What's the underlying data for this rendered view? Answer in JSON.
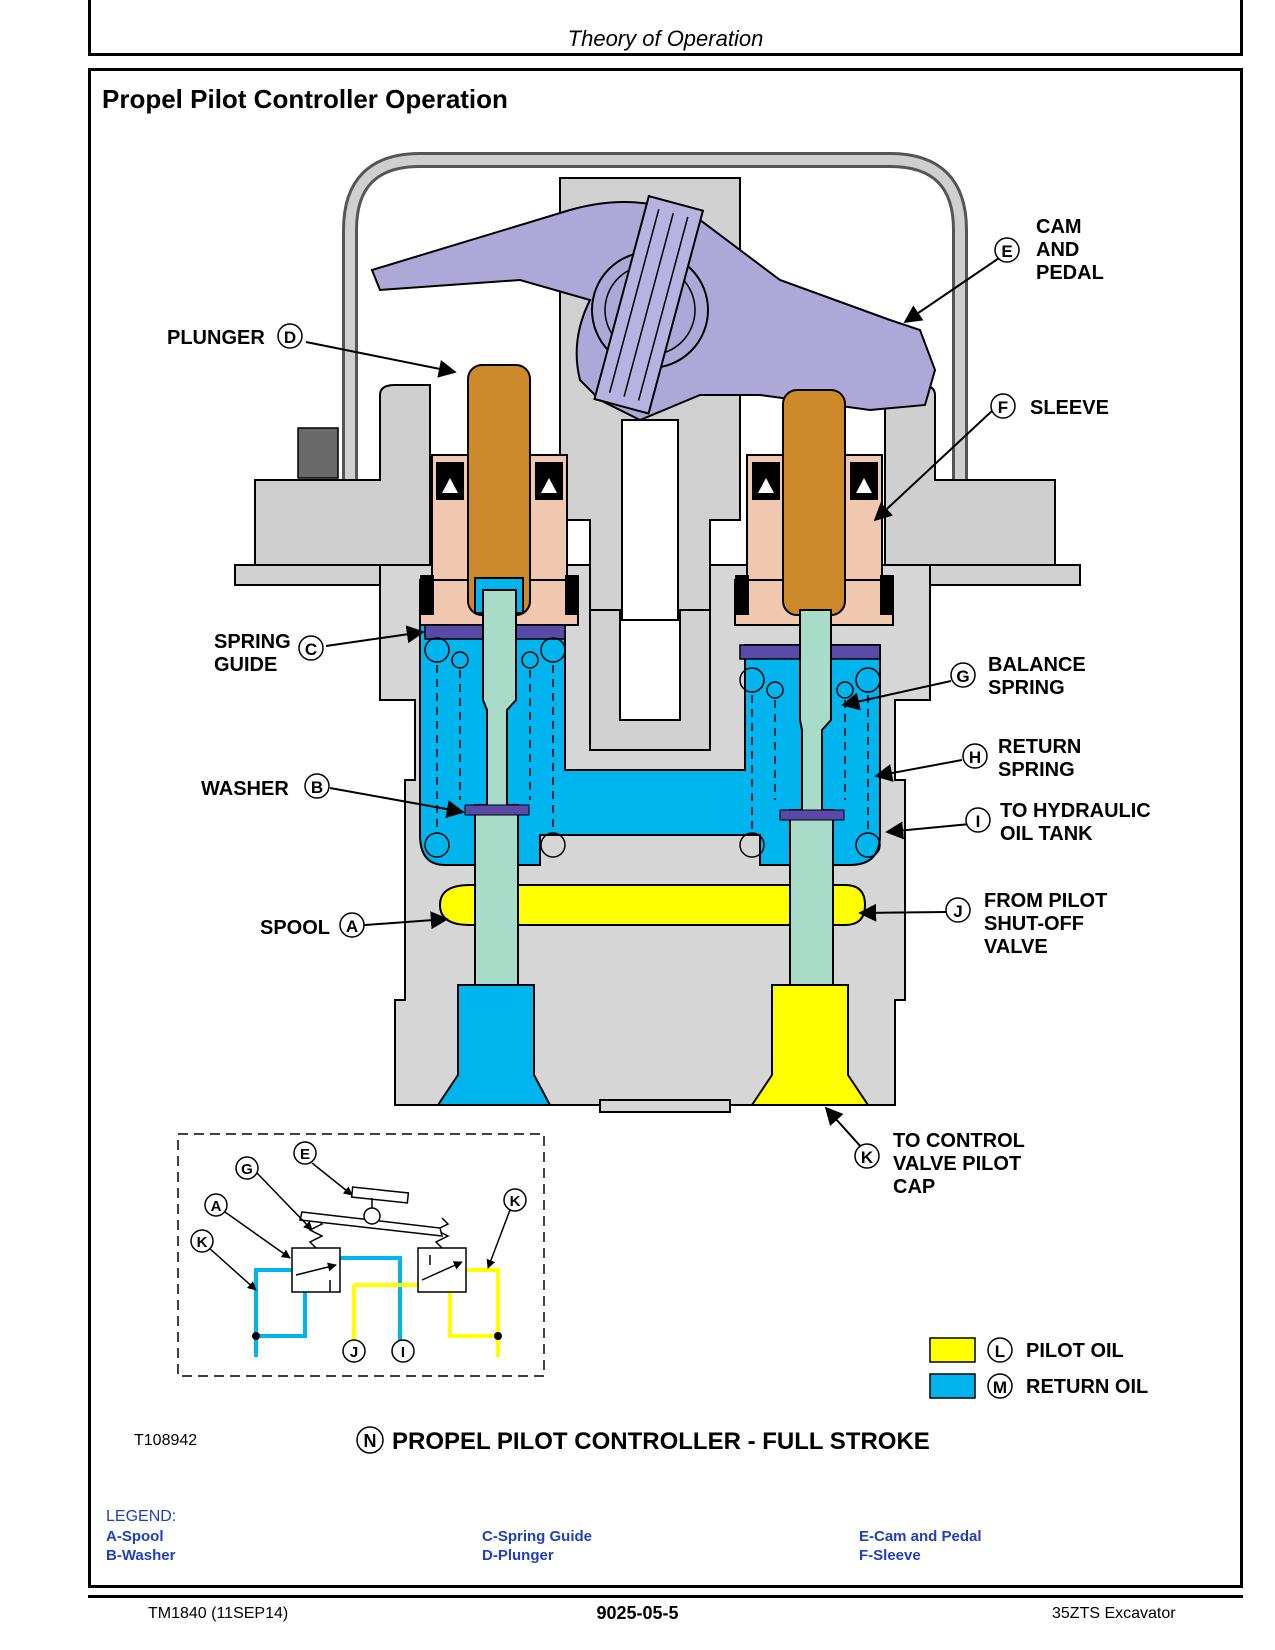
{
  "header": {
    "title": "Theory of Operation"
  },
  "section_title": "Propel Pilot Controller Operation",
  "callouts": {
    "A": {
      "letter": "A",
      "label": "SPOOL"
    },
    "B": {
      "letter": "B",
      "label": "WASHER"
    },
    "C": {
      "letter": "C",
      "line1": "SPRING",
      "line2": "GUIDE"
    },
    "D": {
      "letter": "D",
      "label": "PLUNGER"
    },
    "E": {
      "letter": "E",
      "line1": "CAM",
      "line2": "AND",
      "line3": "PEDAL"
    },
    "F": {
      "letter": "F",
      "label": "SLEEVE"
    },
    "G": {
      "letter": "G",
      "line1": "BALANCE",
      "line2": "SPRING"
    },
    "H": {
      "letter": "H",
      "line1": "RETURN",
      "line2": "SPRING"
    },
    "I": {
      "letter": "I",
      "line1": "TO HYDRAULIC",
      "line2": "OIL TANK"
    },
    "J": {
      "letter": "J",
      "line1": "FROM PILOT",
      "line2": "SHUT-OFF",
      "line3": "VALVE"
    },
    "K": {
      "letter": "K",
      "line1": "TO CONTROL",
      "line2": "VALVE PILOT",
      "line3": "CAP"
    }
  },
  "key": {
    "L": {
      "letter": "L",
      "label": "PILOT OIL",
      "color": "#ffff00"
    },
    "M": {
      "letter": "M",
      "label": "RETURN OIL",
      "color": "#00b4ee"
    }
  },
  "figure_id": "T108942",
  "caption": {
    "letter": "N",
    "text": "PROPEL PILOT CONTROLLER - FULL STROKE"
  },
  "legend": {
    "heading": "LEGEND:",
    "items": [
      "A-Spool",
      "B-Washer",
      "C-Spring Guide",
      "D-Plunger",
      "E-Cam and Pedal",
      "F-Sleeve"
    ]
  },
  "footer": {
    "left": "TM1840 (11SEP14)",
    "center": "9025-05-5",
    "right": "35ZTS Excavator"
  },
  "colors": {
    "pilot_oil": "#ffff00",
    "return_oil": "#00b4ee",
    "cam": "#aea8d8",
    "plunger": "#cc8a2a",
    "sleeve": "#f0c8b0",
    "body": "#d6d6d6",
    "spool": "#a8dcc8"
  }
}
